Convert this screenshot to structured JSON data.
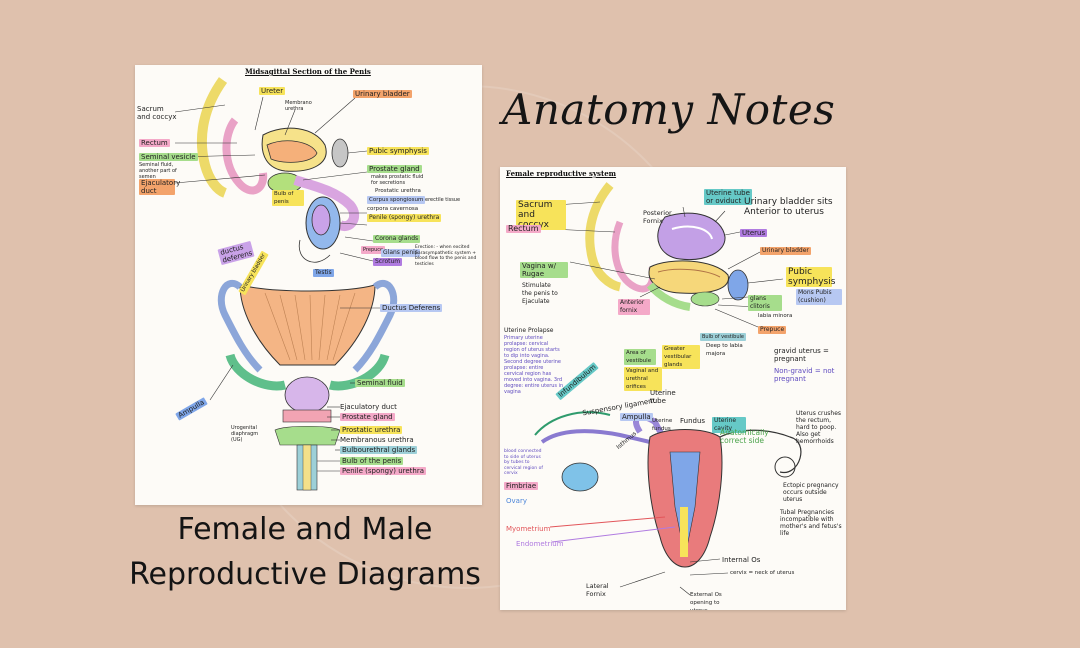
{
  "headline": "Anatomy Notes",
  "caption": {
    "line1": "Female and Male",
    "line2": "Reproductive Diagrams"
  },
  "male": {
    "title": "Midsagittal Section of the Penis",
    "labels": {
      "sacrum": "Sacrum and coccyx",
      "ureter": "Ureter",
      "membranous_urethra": "Membrano urethra",
      "urinary_bladder": "Urinary bladder",
      "rectum": "Rectum",
      "seminal_vesicle": "Seminal vesicle",
      "seminal_note": "Seminal fluid, another part of semen",
      "ejaculatory_duct": "Ejaculatory duct",
      "pubic_symphysis": "Pubic symphysis",
      "prostate": "Prostate gland",
      "prostate_note": "makes prostatic fluid for secretions",
      "prostatic_urethra": "Prostatic urethra",
      "corpus_spongiosum": "Corpus spongiosum",
      "corpus_cavernosum": "corpora cavernosa",
      "erectile": "erectile tissue",
      "penile_urethra": "Penile (spongy) urethra",
      "bulb": "Bulb of penis",
      "corona": "Corona glands",
      "glans": "Glans penis",
      "prepuce": "Prepuce",
      "scrotum": "Scrotum",
      "testis": "Testis",
      "ductus_deferens_left": "ductus deferens",
      "erection": "Erection: - when excited parasympathetic system + blood flow to the penis and testicles",
      "urinary_bladder_2": "Urinary bladder",
      "ductus_deferens": "Ductus Deferens",
      "seminal_fluid": "Seminal fluid",
      "ampulla": "Ampulla",
      "ejaculatory_duct_2": "Ejaculatory duct",
      "prostate_2": "Prostate gland",
      "urogenital": "Urogenital diaphragm (UG)",
      "prostatic_urethra_2": "Prostatic urethra",
      "membranous_urethra_2": "Membranous urethra",
      "bulbourethral": "Bulbourethral glands",
      "bulb_2": "Bulb of the penis",
      "penile_urethra_2": "Penile (spongy) urethra"
    }
  },
  "female": {
    "title": "Female reproductive system",
    "labels": {
      "sacrum": "Sacrum and coccyx",
      "rectum": "Rectum",
      "posterior_fornix": "Posterior Fornix",
      "uterine_tube": "Uterine tube or oviduct",
      "uterus": "Uterus",
      "urinary_note": "Urinary bladder sits Anterior to uterus",
      "urinary_bladder": "Urinary bladder",
      "pubic_symphysis": "Pubic symphysis",
      "mons_pubis": "Mons Pubis (cushion)",
      "glans": "glans clitoris",
      "labia": "labia minora",
      "prepuce": "Prepuce",
      "vagina": "Vagina w/ Rugae",
      "stimulate": "Stimulate the penis to Ejaculate",
      "anterior_fornix": "Anterior fornix",
      "uterine_prolapse": "Uterine Prolapse",
      "prolapse_note": "Primary uterine prolapse: cervical region of uterus starts to dip into vagina. Second degree uterine prolapse: entire cervical region has moved into vagina. 3rd degree: entire uterus in vagina",
      "vestibule": "Area of vestibule",
      "vestibular_glands": "Greater vestibular glands",
      "bulb_vestibule": "Bulb of vestibule",
      "deep_labia": "Deep to labia majora",
      "vaginal_orifice": "Vaginal and urethral orifices",
      "gravid": "gravid uterus = pregnant",
      "nongravid": "Non-gravid = not pregnant",
      "infundibulum": "Infundibulum",
      "uterine_tube_2": "Uterine tube",
      "suspensory": "Suspensory ligament",
      "ampulla": "Ampulla",
      "uterine_fundus": "Uterine fundus",
      "fundus": "Fundus",
      "uterine_cavity": "Uterine cavity",
      "isthmus": "Isthmus",
      "anatomically": "Anatomically correct side",
      "uterus_note": "Uterus crushes the rectum, hard to poop. Also get hemorrhoids",
      "ectopic": "Ectopic pregnancy occurs outside uterus",
      "tubal": "Tubal Pregnancies incompatible with mother's and fetus's life",
      "blood_note": "blood connected to side of uterus by tubes to cervical region of cervix",
      "fimbriae": "Fimbriae",
      "ovary": "Ovary",
      "myometrium": "Myometrium",
      "endometrium": "Endometrium",
      "internal_os": "Internal Os",
      "cervix": "cervix = neck of uterus",
      "lateral_fornix": "Lateral Fornix",
      "external_os": "External Os opening to uterus"
    }
  },
  "colors": {
    "yellow": "#f7e35a",
    "orange": "#f3a36b",
    "pink": "#f28aa7",
    "green": "#8fd36b",
    "blue": "#7fa6e8",
    "purple": "#b07be0",
    "red": "#e2555a",
    "teal": "#66c9c7"
  }
}
